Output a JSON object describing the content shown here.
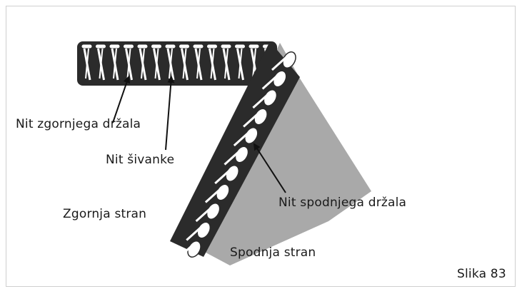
{
  "labels": {
    "upper_thread": "Nit zgornjega držala",
    "needle_thread": "Nit šivanke",
    "lower_thread": "Nit spodnjega držala",
    "top_side": "Zgornja stran",
    "bottom_side": "Spodnja stran"
  },
  "figure_caption": "Slika 83",
  "colors": {
    "fabric": "#a9a9a9",
    "stitch_dark": "#2b2b2b",
    "stitch_light": "#ffffff",
    "line": "#111111"
  }
}
